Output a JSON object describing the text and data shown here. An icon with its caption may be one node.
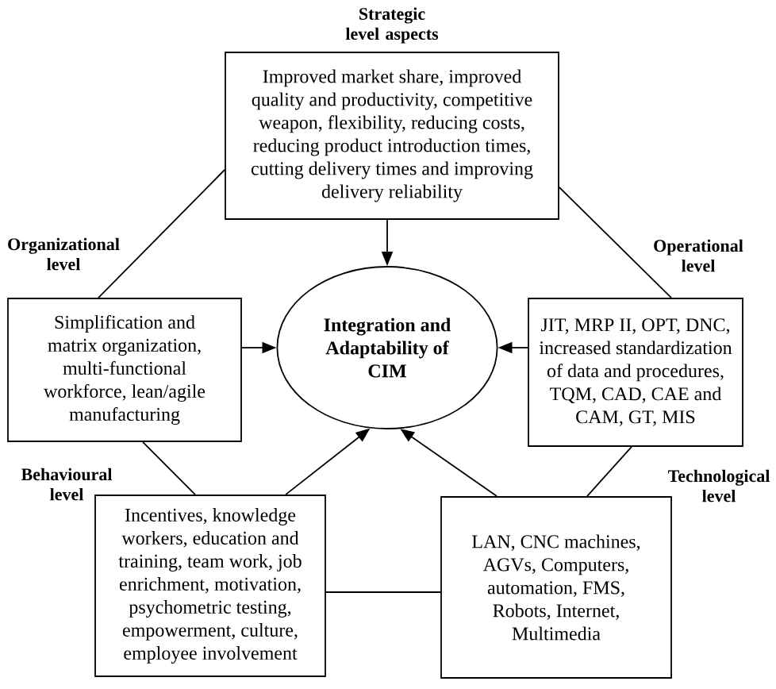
{
  "diagram": {
    "nodes": [
      {
        "text": [
          "Strategic level aspects",
          "Improved market share, improved quality and productivity, competitive weapon, flexibility, reducing costs, reducing product introduction times, cutting delivery times and improving delivery reliability"
        ]
      },
      {
        "text": [
          "Organizational level",
          "Simplification and matrix organization, multi-functional workforce, lean/agile manufacturing"
        ]
      },
      {
        "text": [
          "Integration and Adaptability of CIM"
        ]
      },
      {
        "text": [
          "Operational level",
          "JIT, MRP II, OPT, DNC, increased standardization of data and procedures, TQM, CAD, CAE and CAM, GT, MIS"
        ]
      },
      {
        "text": [
          "Behavioural level",
          "Incentives, knowledge workers, education and training, team work, job enrichment, motivation, psychometric testing, empowerment, culture, employee involvement"
        ]
      },
      {
        "text": [
          "Technological level",
          "LAN, CNC machines, AGVs, Computers, automation, FMS, Robots, Internet, Multimedia"
        ]
      }
    ],
    "edges": [
      {
        "from": 0,
        "to": 2,
        "arrow": "to"
      },
      {
        "from": 1,
        "to": 2,
        "arrow": "to"
      },
      {
        "from": 3,
        "to": 2,
        "arrow": "to"
      },
      {
        "from": 4,
        "to": 2,
        "arrow": "to"
      },
      {
        "from": 5,
        "to": 2,
        "arrow": "to"
      },
      {
        "from": 0,
        "to": 1,
        "arrow": "none"
      },
      {
        "from": 0,
        "to": 3,
        "arrow": "none"
      },
      {
        "from": 1,
        "to": 4,
        "arrow": "none"
      },
      {
        "from": 3,
        "to": 5,
        "arrow": "none"
      },
      {
        "from": 4,
        "to": 5,
        "arrow": "none"
      }
    ]
  }
}
